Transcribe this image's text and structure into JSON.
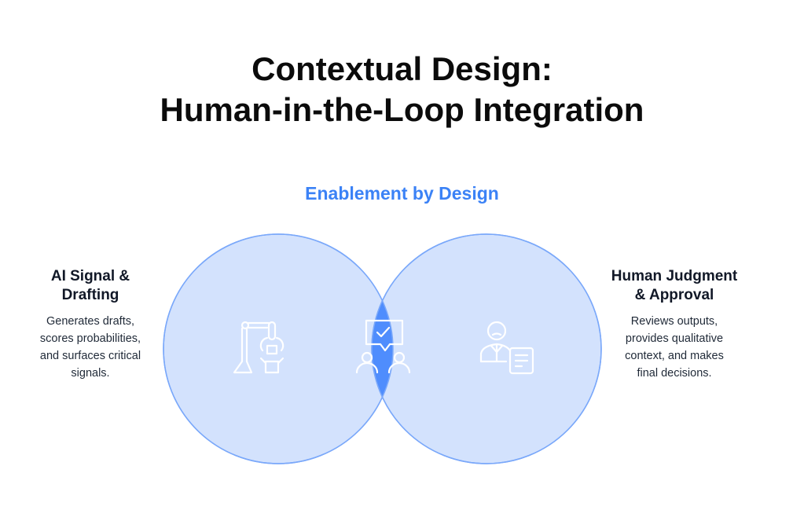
{
  "title_line1": "Contextual Design:",
  "title_line2": "Human-in-the-Loop Integration",
  "center_label": "Enablement by Design",
  "left": {
    "heading_line1": "AI Signal &",
    "heading_line2": "Drafting",
    "desc": [
      "Generates drafts,",
      "scores probabilities,",
      "and surfaces critical",
      "signals."
    ],
    "icon": "robot-arm-icon"
  },
  "right": {
    "heading_line1": "Human Judgment",
    "heading_line2": "& Approval",
    "desc": [
      "Reviews outputs,",
      "provides qualitative",
      "context, and makes",
      "final decisions."
    ],
    "icon": "person-document-icon"
  },
  "center_icon": "people-approval-chat-icon",
  "colors": {
    "circle_fill": "#d3e2fd",
    "overlap_fill": "#4f8dfd",
    "circle_stroke": "#7aa8fa",
    "accent": "#3b82f6"
  }
}
